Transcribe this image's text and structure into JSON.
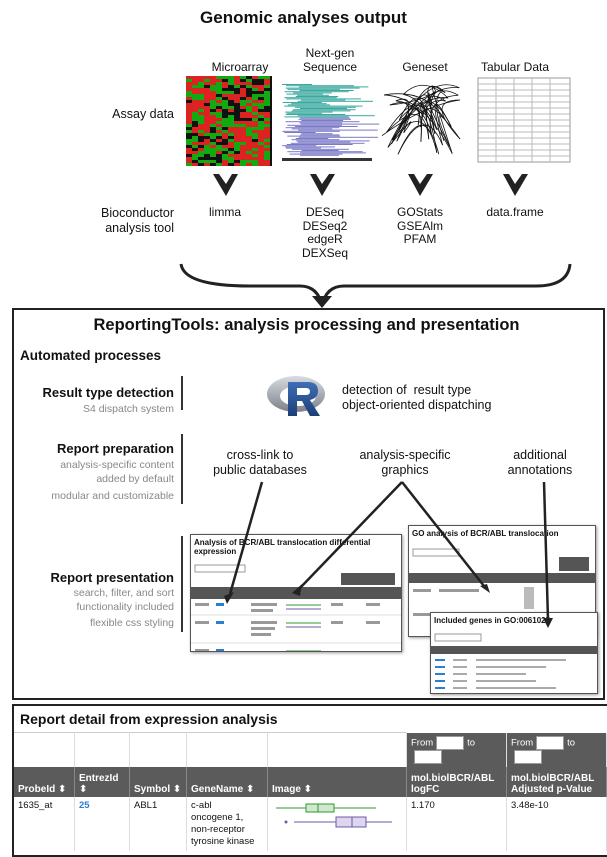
{
  "header": {
    "title": "Genomic analyses output"
  },
  "assays": {
    "row_label": "Assay data",
    "items": [
      {
        "label": "Microarray"
      },
      {
        "label": "Next-gen\nSequence"
      },
      {
        "label": "Geneset"
      },
      {
        "label": "Tabular Data"
      }
    ]
  },
  "tools": {
    "row_label": "Bioconductor\nanalysis tool",
    "items": [
      {
        "text": "limma"
      },
      {
        "text": "DESeq\nDESeq2\nedgeR\nDEXSeq"
      },
      {
        "text": "GOStats\nGSEAlm\nPFAM"
      },
      {
        "text": "data.frame"
      }
    ]
  },
  "reporting": {
    "title": "ReportingTools: analysis processing and presentation",
    "section": "Automated processes",
    "result_type": {
      "heading": "Result type detection",
      "sub": "S4 dispatch system",
      "desc": "detection of  result type\nobject-oriented dispatching"
    },
    "report_prep": {
      "heading": "Report preparation",
      "sub1": "analysis-specific content\nadded by default",
      "sub2": "modular and customizable",
      "annotations": [
        "cross-link to\npublic databases",
        "analysis-specific\ngraphics",
        "additional\nannotations"
      ]
    },
    "report_pres": {
      "heading": "Report presentation",
      "sub1": "search, filter, and sort\nfunctionality included",
      "sub2": "flexible css styling"
    },
    "shots": {
      "deg_title": "Analysis of BCR/ABL translocation differential expression",
      "go_title": "GO analysis of BCR/ABL translocation",
      "genes_title": "Included genes in GO:0061025"
    }
  },
  "detail": {
    "title": "Report detail from expression analysis",
    "filter_from": "From",
    "filter_to": "to",
    "columns": [
      "ProbeId",
      "EntrezId",
      "Symbol",
      "GeneName",
      "Image",
      "mol.biolBCR/ABL\nlogFC",
      "mol.biolBCR/ABL\nAdjusted p-Value"
    ],
    "row": {
      "probe": "1635_at",
      "entrez": "25",
      "symbol": "ABL1",
      "gene": "c-abl\noncogene 1,\nnon-receptor\ntyrosine kinase",
      "logfc": "1.170",
      "pval": "3.48e-10"
    }
  },
  "colors": {
    "link": "#2a7fd4",
    "green": "#2f9a2f",
    "purple": "#6c5aa8"
  }
}
